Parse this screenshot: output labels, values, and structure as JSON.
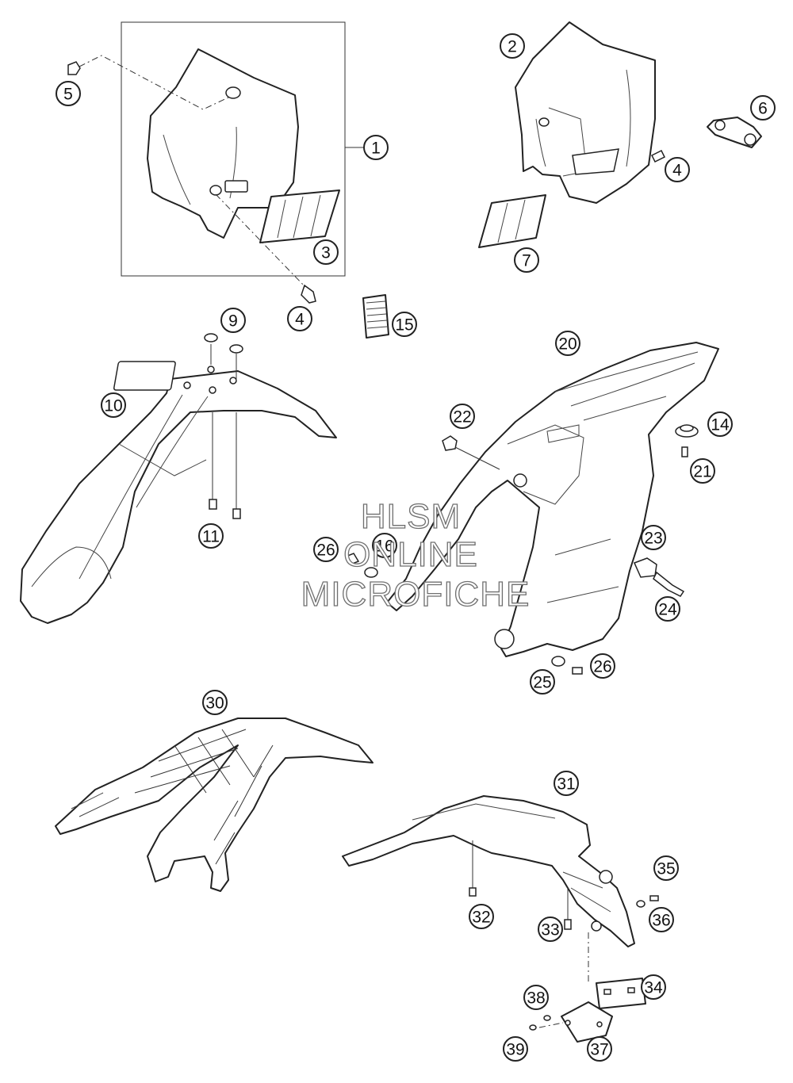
{
  "callouts": [
    {
      "id": "c1",
      "label": "1"
    },
    {
      "id": "c2",
      "label": "2"
    },
    {
      "id": "c3",
      "label": "3"
    },
    {
      "id": "c4a",
      "label": "4"
    },
    {
      "id": "c4b",
      "label": "4"
    },
    {
      "id": "c5",
      "label": "5"
    },
    {
      "id": "c6",
      "label": "6"
    },
    {
      "id": "c7",
      "label": "7"
    },
    {
      "id": "c9",
      "label": "9"
    },
    {
      "id": "c10",
      "label": "10"
    },
    {
      "id": "c11",
      "label": "11"
    },
    {
      "id": "c14",
      "label": "14"
    },
    {
      "id": "c15",
      "label": "15"
    },
    {
      "id": "c16",
      "label": "16"
    },
    {
      "id": "c20",
      "label": "20"
    },
    {
      "id": "c21",
      "label": "21"
    },
    {
      "id": "c22",
      "label": "22"
    },
    {
      "id": "c23",
      "label": "23"
    },
    {
      "id": "c24",
      "label": "24"
    },
    {
      "id": "c25",
      "label": "25"
    },
    {
      "id": "c26a",
      "label": "26"
    },
    {
      "id": "c26b",
      "label": "26"
    },
    {
      "id": "c30",
      "label": "30"
    },
    {
      "id": "c31",
      "label": "31"
    },
    {
      "id": "c32",
      "label": "32"
    },
    {
      "id": "c33",
      "label": "33"
    },
    {
      "id": "c34",
      "label": "34"
    },
    {
      "id": "c35",
      "label": "35"
    },
    {
      "id": "c36",
      "label": "36"
    },
    {
      "id": "c37",
      "label": "37"
    },
    {
      "id": "c38",
      "label": "38"
    },
    {
      "id": "c39",
      "label": "39"
    }
  ],
  "watermark": {
    "line1": "HLSM",
    "line2": "ONLINE",
    "line3": "MICROFICHE"
  }
}
